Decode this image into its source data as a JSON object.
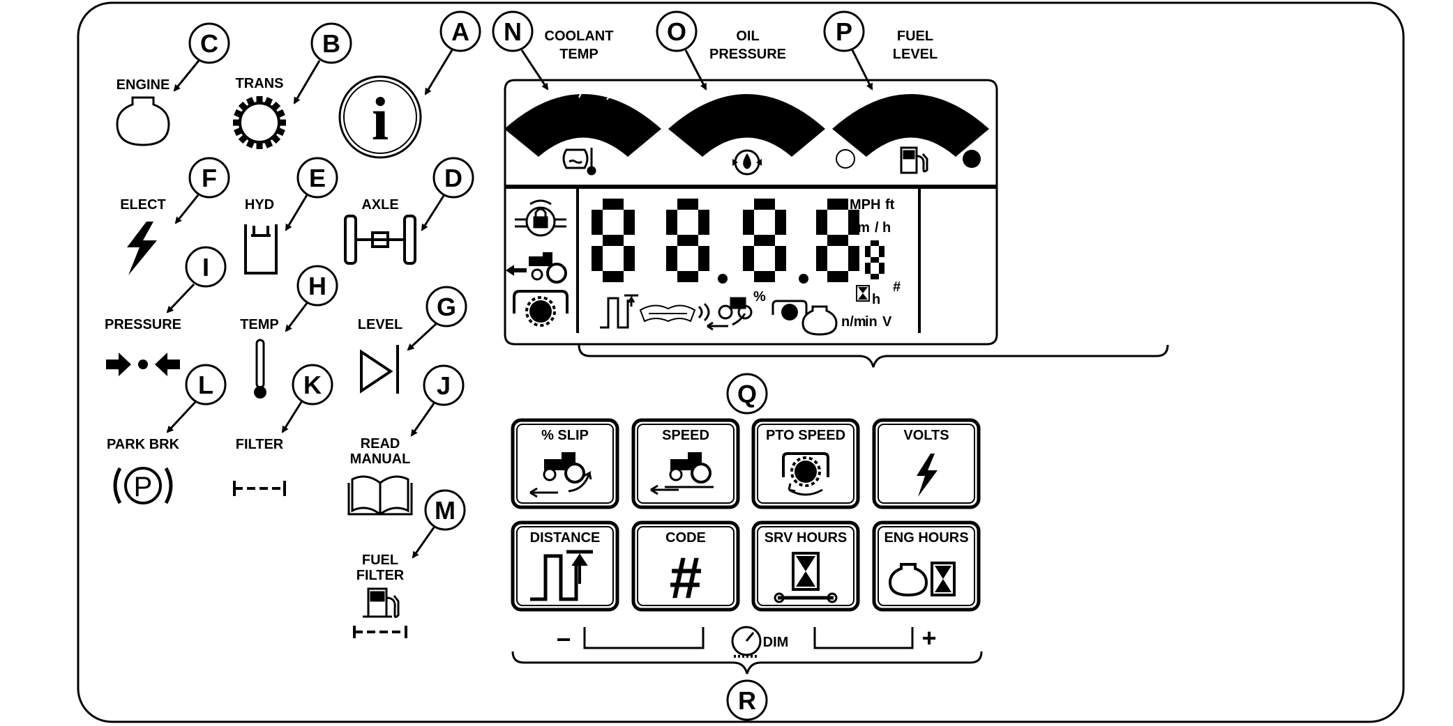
{
  "callouts": {
    "a": "A",
    "b": "B",
    "c": "C",
    "d": "D",
    "e": "E",
    "f": "F",
    "g": "G",
    "h": "H",
    "i": "I",
    "j": "J",
    "k": "K",
    "l": "L",
    "m": "M",
    "n": "N",
    "o": "O",
    "p": "P",
    "q": "Q",
    "r": "R"
  },
  "indicators": {
    "engine": "ENGINE",
    "trans": "TRANS",
    "elect": "ELECT",
    "hyd": "HYD",
    "axle": "AXLE",
    "pressure": "PRESSURE",
    "temp": "TEMP",
    "level": "LEVEL",
    "park_brk": "PARK BRK",
    "filter": "FILTER",
    "read_manual_1": "READ",
    "read_manual_2": "MANUAL",
    "fuel_filter_1": "FUEL",
    "fuel_filter_2": "FILTER"
  },
  "gauges": {
    "coolant_1": "COOLANT",
    "coolant_2": "TEMP",
    "oil_1": "OIL",
    "oil_2": "PRESSURE",
    "fuel_1": "FUEL",
    "fuel_2": "LEVEL"
  },
  "display": {
    "unit_mph": "MPH",
    "unit_ft": "ft",
    "unit_km": "km",
    "unit_slash": "/",
    "unit_h": "h",
    "hash": "#",
    "volt": "V",
    "h_small": "h",
    "nm": "n/m",
    "in": "in",
    "percent": "%"
  },
  "buttons": {
    "slip": "% SLIP",
    "speed": "SPEED",
    "pto": "PTO SPEED",
    "volts": "VOLTS",
    "distance": "DISTANCE",
    "code": "CODE",
    "srv_hours": "SRV HOURS",
    "eng_hours": "ENG HOURS",
    "code_glyph": "#",
    "volts_glyph": "⚡"
  },
  "dim": {
    "minus": "−",
    "plus": "+",
    "label": "DIM"
  },
  "icons": {
    "info_glyph": "i",
    "park_glyph": "P",
    "elect_glyph": "⚡"
  }
}
